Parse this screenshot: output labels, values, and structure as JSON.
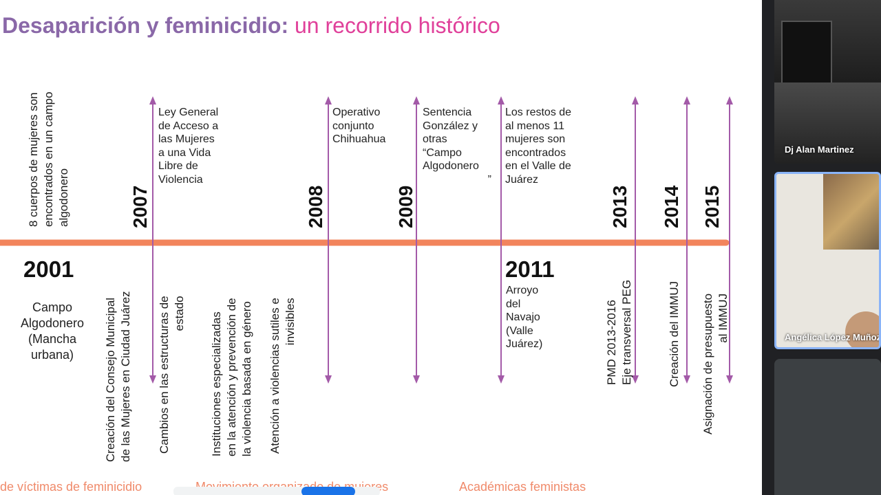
{
  "slide": {
    "title_bold": "Desaparición y feminicidio:",
    "title_rest": " un recorrido histórico",
    "top_years": {
      "y2007": "2007",
      "y2008": "2008",
      "y2009": "2009",
      "y2013": "2013",
      "y2014": "2014",
      "y2015": "2015"
    },
    "top_vertical_note": [
      "8 cuerpos de mujeres son",
      "encontrados en un campo",
      "algodonero"
    ],
    "above_events": {
      "ley_general": [
        "Ley General",
        "de Acceso a",
        "las Mujeres",
        "a una Vida",
        "Libre de",
        "Violencia"
      ],
      "operativo": [
        "Operativo",
        "conjunto",
        "Chihuahua"
      ],
      "sentencia": [
        "Sentencia",
        "González y",
        "otras",
        "“Campo",
        "Algodonero"
      ],
      "sentencia_tail": "”",
      "restos": [
        "Los restos de",
        "al menos 11",
        "mujeres son",
        "encontrados",
        "en el Valle de",
        "Juárez"
      ]
    },
    "year_2001": "2001",
    "campo_algodonero": [
      "Campo",
      "Algodonero",
      "(Mancha",
      "urbana)"
    ],
    "year_2011": "2011",
    "arroyo": [
      "Arroyo",
      "del",
      "Navajo",
      "(Valle",
      "Juárez)"
    ],
    "below_vertical": {
      "consejo": [
        "Creación del Consejo Municipal",
        "de las Mujeres en Ciudad Juárez"
      ],
      "cambios": [
        "Cambios en las estructuras de",
        "estado"
      ],
      "instituciones": [
        "Instituciones especializadas",
        "en la atención y prevención de",
        "la violencia basada en género"
      ],
      "atencion": [
        "Atención a violencias sutiles e",
        "invisibles"
      ],
      "pmd": [
        "PMD 2013-2016",
        "Eje transversal PEG"
      ],
      "immuj": [
        "Creación del IMMUJ"
      ],
      "presupuesto": [
        "Asignación de presupuesto",
        "al IMMUJ"
      ]
    },
    "bottom_labels": {
      "victimas": "de víctimas de feminicidio",
      "movimiento": "Movimiento organizado de mujeres",
      "academicas": "Académicas feministas"
    }
  },
  "participants": [
    {
      "name": "Dj Alan Martinez"
    },
    {
      "name": "Angélica López Muñoz"
    }
  ],
  "colors": {
    "timeline": "#f2845c",
    "arrows": "#a35aa8",
    "title_purple": "#8a68a8",
    "title_pink": "#e0409a",
    "active_speaker_border": "#8ab4f8"
  }
}
